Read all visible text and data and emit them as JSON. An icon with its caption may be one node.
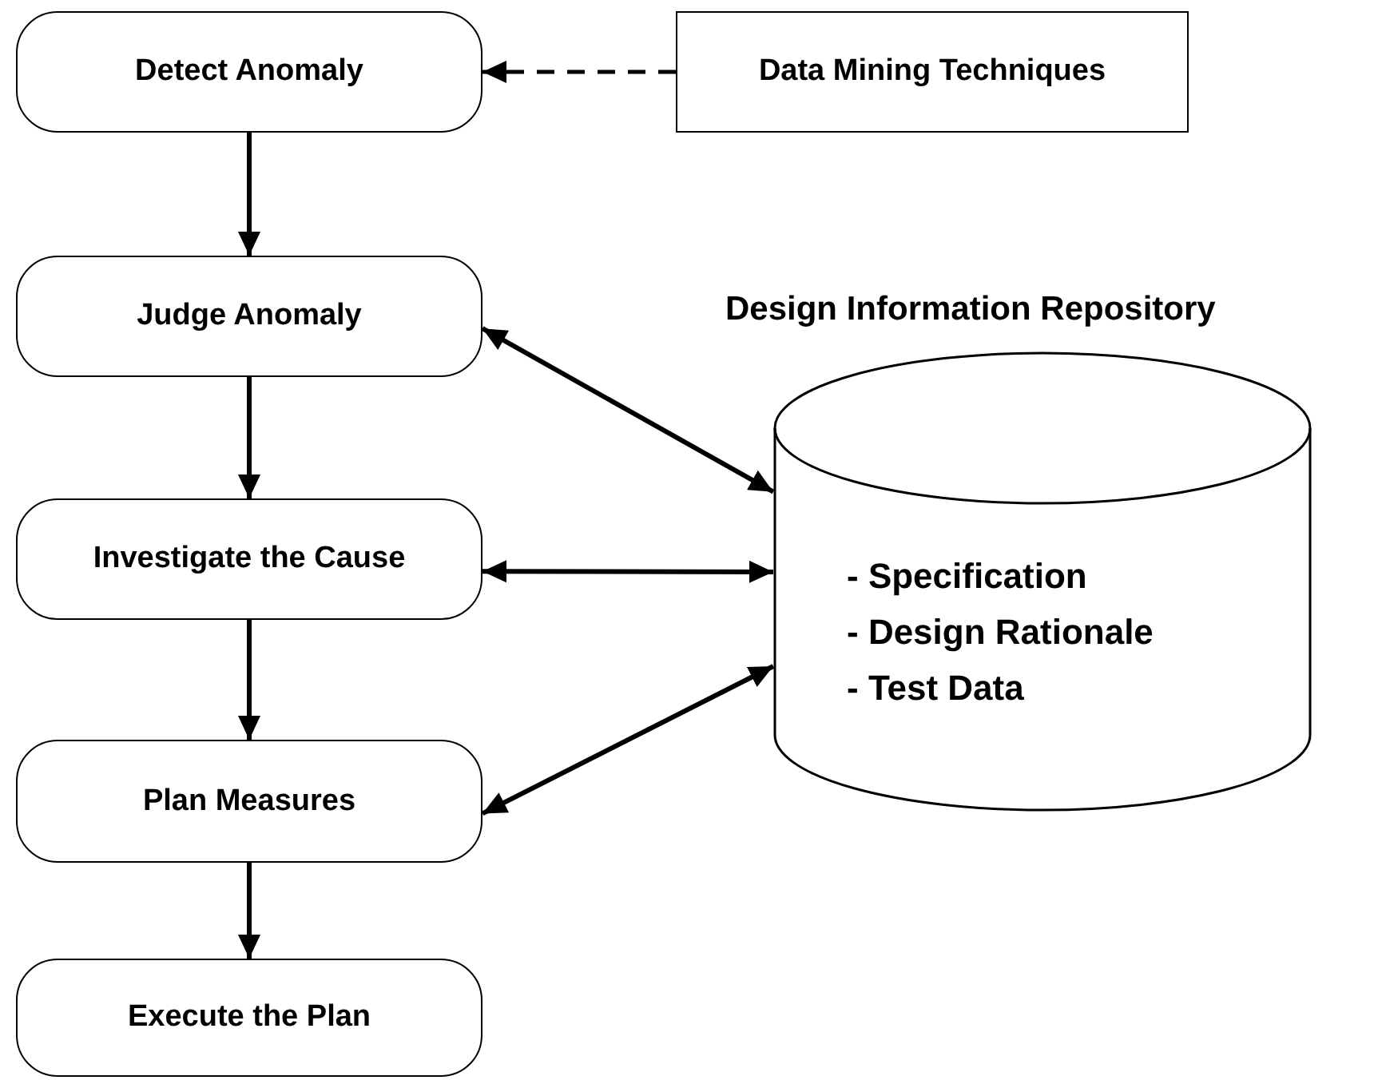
{
  "diagram": {
    "nodes": [
      {
        "text": [
          "Detect Anomaly"
        ]
      },
      {
        "text": [
          "Data Mining Techniques"
        ]
      },
      {
        "text": [
          "Judge Anomaly"
        ]
      },
      {
        "text": [
          "Investigate the Cause"
        ]
      },
      {
        "text": [
          "Plan Measures"
        ]
      },
      {
        "text": [
          "Execute the Plan"
        ]
      },
      {
        "text": [
          "Design Information Repository",
          "- Specification",
          "- Design Rationale",
          "- Test Data"
        ]
      }
    ],
    "edges": [
      {
        "from": 1,
        "to": 0,
        "arrow": "to",
        "style": "dashed"
      },
      {
        "from": 0,
        "to": 2,
        "arrow": "to"
      },
      {
        "from": 2,
        "to": 3,
        "arrow": "to"
      },
      {
        "from": 3,
        "to": 4,
        "arrow": "to"
      },
      {
        "from": 4,
        "to": 5,
        "arrow": "to"
      },
      {
        "from": 2,
        "to": 6,
        "arrow": "both"
      },
      {
        "from": 3,
        "to": 6,
        "arrow": "both"
      },
      {
        "from": 4,
        "to": 6,
        "arrow": "both"
      }
    ]
  }
}
